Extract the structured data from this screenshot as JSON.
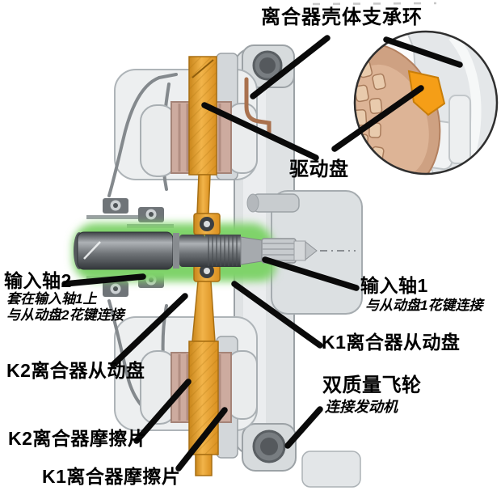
{
  "figure": {
    "type": "dual-clutch-transmission-cross-section",
    "labels": {
      "support_ring": "离合器壳体支承环",
      "drive_plate": "驱动盘",
      "input_shaft2": "输入轴2",
      "input_shaft2_note1": "套在输入轴1上",
      "input_shaft2_note2": "与从动盘2花键连接",
      "k2_driven_plate": "K2离合器从动盘",
      "k2_friction_disc": "K2离合器摩擦片",
      "k1_friction_disc": "K1离合器摩擦片",
      "input_shaft1": "输入轴1",
      "input_shaft1_note": "与从动盘1花键连接",
      "k1_driven_plate": "K1离合器从动盘",
      "dual_mass_flywheel": "双质量飞轮",
      "dual_mass_flywheel_note": "连接发动机"
    },
    "colors": {
      "background": "#FFFFFF",
      "callout_line": "#0A0A0A",
      "drive_plate_orange": "#E59B2D",
      "shaft2_highlight_green": "#7FD36B",
      "friction_disc_brown": "#CDAB9F",
      "support_ring_copper": "#A9714E",
      "housing_gray": "#DFE2E4",
      "inset_gear_tan": "#CEA182",
      "inset_ring_orange": "#F59E17"
    }
  }
}
